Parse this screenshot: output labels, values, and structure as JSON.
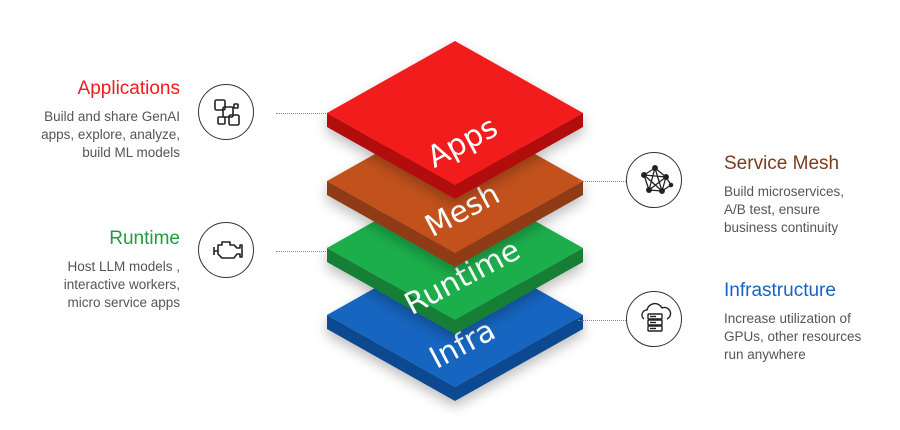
{
  "layers": [
    {
      "label": "Infra",
      "color": "#1565c0",
      "side": "#0d4a90"
    },
    {
      "label": "Runtime",
      "color": "#1fae4b",
      "side": "#167f36"
    },
    {
      "label": "Mesh",
      "color": "#c2511e",
      "side": "#8e3a14"
    },
    {
      "label": "Apps",
      "color": "#f21a1a",
      "side": "#b10f0f"
    }
  ],
  "features": {
    "applications": {
      "title": "Applications",
      "color": "#ee1c1c",
      "desc": "Build and share GenAI\napps, explore, analyze,\nbuild ML models",
      "icon": "app-blocks-icon"
    },
    "runtime": {
      "title": "Runtime",
      "color": "#1e9e3e",
      "desc": "Host LLM models ,\ninteractive workers,\nmicro service apps",
      "icon": "engine-icon"
    },
    "service_mesh": {
      "title": "Service Mesh",
      "color": "#7a3b1a",
      "desc": "Build microservices,\nA/B test, ensure\nbusiness continuity",
      "icon": "network-mesh-icon"
    },
    "infrastructure": {
      "title": "Infrastructure",
      "color": "#1565c0",
      "desc": "Increase utilization of\nGPUs, other resources\nrun anywhere",
      "icon": "cloud-server-icon"
    }
  }
}
